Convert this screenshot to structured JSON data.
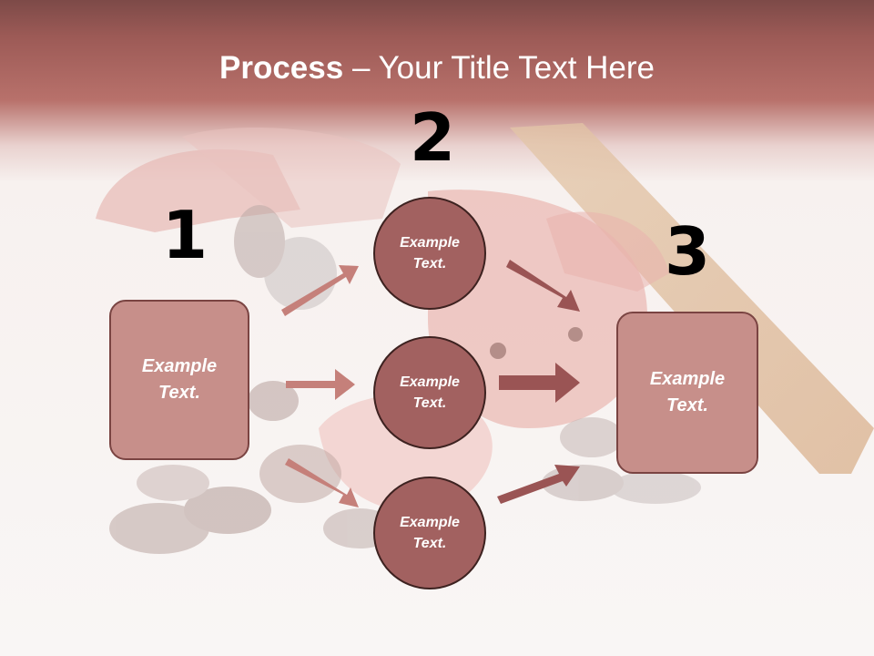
{
  "title": {
    "bold": "Process",
    "rest": " – Your Title Text Here"
  },
  "steps": [
    {
      "number": "1",
      "text": "Example Text."
    },
    {
      "number": "2",
      "circles": [
        "Example Text.",
        "Example Text.",
        "Example Text."
      ]
    },
    {
      "number": "3",
      "text": "Example Text."
    }
  ],
  "colors": {
    "box_fill": "#c78f8a",
    "box_border": "#7a4442",
    "circle_fill": "#a26160",
    "circle_border": "#3d2220",
    "arrow_left": "#c5807a",
    "arrow_right": "#9a5454",
    "title_band": "#a5605c"
  }
}
